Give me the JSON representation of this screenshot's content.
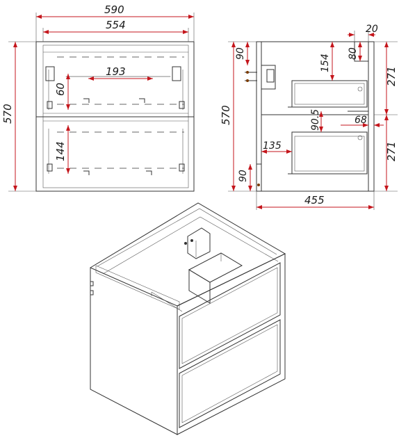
{
  "front_view": {
    "overall_width": "590",
    "inner_width": "554",
    "overall_height": "570",
    "drawer_center_spacing": "193",
    "top_rail_height": "60",
    "lower_drawer_height": "144"
  },
  "side_view": {
    "overall_height": "570",
    "top_height": "90",
    "upper_fitting_height": "154",
    "top_offset": "20",
    "top_gap": "80",
    "upper_drawer_height": "271",
    "middle_offset": "90.5",
    "middle_gap": "68",
    "lower_offset": "135",
    "bottom_height": "90",
    "lower_drawer_height": "271",
    "overall_depth": "455"
  }
}
